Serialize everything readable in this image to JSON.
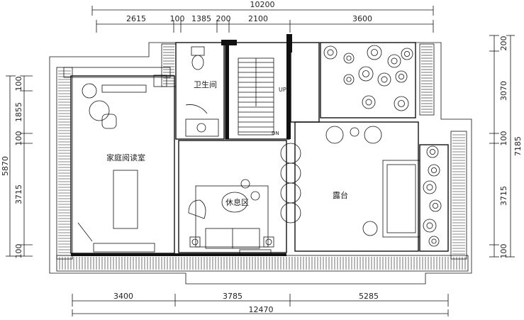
{
  "drawing": {
    "top_dims": {
      "overall": "10200",
      "segments": [
        "2615",
        "100",
        "1385",
        "200",
        "2100",
        "3600"
      ]
    },
    "bottom_dims": {
      "overall": "12470",
      "segments": [
        "3400",
        "3785",
        "5285"
      ]
    },
    "left_dims": {
      "overall": "5870",
      "segments": [
        "100",
        "1855",
        "100",
        "3715",
        "100"
      ]
    },
    "right_dims": {
      "overall": "7185",
      "segments": [
        "200",
        "3070",
        "100",
        "3715",
        "100"
      ]
    },
    "rooms": {
      "bathroom": "卫生间",
      "family_reading_room": "家庭阅读室",
      "lounge": "休息区",
      "terrace": "露台",
      "upper_mark": "UP",
      "dn_mark": "DN"
    }
  }
}
